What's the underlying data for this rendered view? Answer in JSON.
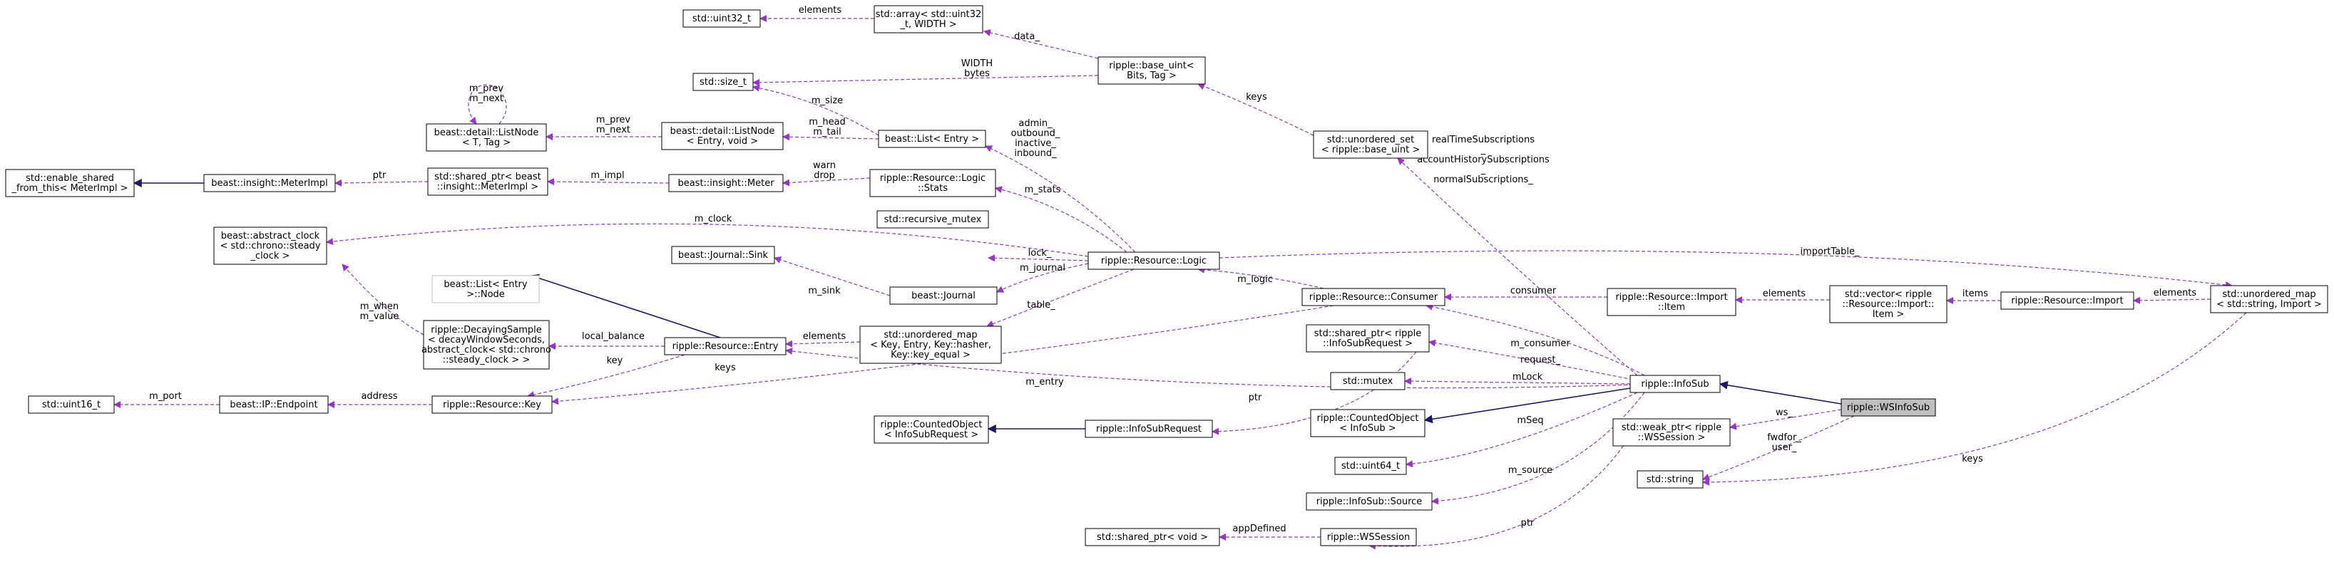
{
  "colors": {
    "node_border": "#000000",
    "node_fill": "#ffffff",
    "highlight_fill": "#bfbfbf",
    "ghost_border": "#bfbfbf",
    "usage_edge": "#9a32cd",
    "inherit_edge": "#191970"
  },
  "nodes": [
    {
      "id": "uint32",
      "lines": [
        "std::uint32_t"
      ]
    },
    {
      "id": "array",
      "lines": [
        "std::array< std::uint32",
        "_t, WIDTH >"
      ]
    },
    {
      "id": "size_t",
      "lines": [
        "std::size_t"
      ]
    },
    {
      "id": "base_uint",
      "lines": [
        "ripple::base_uint<",
        "Bits, Tag >"
      ]
    },
    {
      "id": "listnode_t",
      "lines": [
        "beast::detail::ListNode",
        "< T, Tag >"
      ]
    },
    {
      "id": "listnode_entry",
      "lines": [
        "beast::detail::ListNode",
        "< Entry, void >"
      ]
    },
    {
      "id": "list_entry",
      "lines": [
        "beast::List< Entry >"
      ]
    },
    {
      "id": "uset_base_uint",
      "lines": [
        "std::unordered_set",
        "< ripple::base_uint >"
      ]
    },
    {
      "id": "enable_shared",
      "lines": [
        "std::enable_shared",
        "_from_this< MeterImpl >"
      ]
    },
    {
      "id": "meterimpl",
      "lines": [
        "beast::insight::MeterImpl"
      ]
    },
    {
      "id": "sp_meterimpl",
      "lines": [
        "std::shared_ptr< beast",
        "::insight::MeterImpl >"
      ]
    },
    {
      "id": "meter",
      "lines": [
        "beast::insight::Meter"
      ]
    },
    {
      "id": "logic_stats",
      "lines": [
        "ripple::Resource::Logic",
        "::Stats"
      ]
    },
    {
      "id": "abstract_clock",
      "lines": [
        "beast::abstract_clock",
        "< std::chrono::steady",
        "_clock >"
      ]
    },
    {
      "id": "recursive_mutex",
      "lines": [
        "std::recursive_mutex"
      ]
    },
    {
      "id": "logic",
      "lines": [
        "ripple::Resource::Logic"
      ]
    },
    {
      "id": "umap_import",
      "lines": [
        "std::unordered_map",
        "< std::string, Import >"
      ]
    },
    {
      "id": "journal_sink",
      "lines": [
        "beast::Journal::Sink"
      ]
    },
    {
      "id": "journal",
      "lines": [
        "beast::Journal"
      ]
    },
    {
      "id": "consumer",
      "lines": [
        "ripple::Resource::Consumer"
      ]
    },
    {
      "id": "import_item",
      "lines": [
        "ripple::Resource::Import",
        "::Item"
      ]
    },
    {
      "id": "vector_item",
      "lines": [
        "std::vector< ripple",
        "::Resource::Import::",
        "Item >"
      ]
    },
    {
      "id": "import",
      "lines": [
        "ripple::Resource::Import"
      ]
    },
    {
      "id": "list_entry_node",
      "lines": [
        "beast::List< Entry",
        ">::Node"
      ]
    },
    {
      "id": "decaying",
      "lines": [
        "ripple::DecayingSample",
        "< decayWindowSeconds,",
        "abstract_clock< std::chrono",
        "::steady_clock > >"
      ]
    },
    {
      "id": "entry",
      "lines": [
        "ripple::Resource::Entry"
      ]
    },
    {
      "id": "umap_key",
      "lines": [
        "std::unordered_map",
        "< Key, Entry, Key::hasher,",
        "Key::key_equal >"
      ]
    },
    {
      "id": "sp_infosubreq",
      "lines": [
        "std::shared_ptr< ripple",
        "::InfoSubRequest >"
      ]
    },
    {
      "id": "uint16",
      "lines": [
        "std::uint16_t"
      ]
    },
    {
      "id": "endpoint",
      "lines": [
        "beast::IP::Endpoint"
      ]
    },
    {
      "id": "key",
      "lines": [
        "ripple::Resource::Key"
      ]
    },
    {
      "id": "mutex",
      "lines": [
        "std::mutex"
      ]
    },
    {
      "id": "infosub",
      "lines": [
        "ripple::InfoSub"
      ]
    },
    {
      "id": "wsinfosub",
      "lines": [
        "ripple::WSInfoSub"
      ]
    },
    {
      "id": "counted_infosubreq",
      "lines": [
        "ripple::CountedObject",
        "< InfoSubRequest >"
      ]
    },
    {
      "id": "infosubrequest",
      "lines": [
        "ripple::InfoSubRequest"
      ]
    },
    {
      "id": "counted_infosub",
      "lines": [
        "ripple::CountedObject",
        "< InfoSub >"
      ]
    },
    {
      "id": "wp_wssession",
      "lines": [
        "std::weak_ptr< ripple",
        "::WSSession >"
      ]
    },
    {
      "id": "uint64",
      "lines": [
        "std::uint64_t"
      ]
    },
    {
      "id": "string",
      "lines": [
        "std::string"
      ]
    },
    {
      "id": "infosub_source",
      "lines": [
        "ripple::InfoSub::Source"
      ]
    },
    {
      "id": "sp_void",
      "lines": [
        "std::shared_ptr< void >"
      ]
    },
    {
      "id": "wssession",
      "lines": [
        "ripple::WSSession"
      ]
    }
  ],
  "edges": [
    {
      "id": "e_elements_array",
      "lines": [
        "elements"
      ]
    },
    {
      "id": "e_data",
      "lines": [
        "data_"
      ]
    },
    {
      "id": "e_width_bytes",
      "lines": [
        "WIDTH",
        "bytes"
      ]
    },
    {
      "id": "e_keys_uset",
      "lines": [
        "keys"
      ]
    },
    {
      "id": "e_mprev_self",
      "lines": [
        "m_prev",
        "m_next"
      ]
    },
    {
      "id": "e_mprev_node",
      "lines": [
        "m_prev",
        "m_next"
      ]
    },
    {
      "id": "e_msize",
      "lines": [
        "m_size"
      ]
    },
    {
      "id": "e_mhead",
      "lines": [
        "m_head",
        "m_tail"
      ]
    },
    {
      "id": "e_admin",
      "lines": [
        "admin_",
        "outbound_",
        "inactive_",
        "inbound_"
      ]
    },
    {
      "id": "e_subscriptions",
      "lines": [
        "realTimeSubscriptions",
        "_",
        "accountHistorySubscriptions",
        "_",
        "normalSubscriptions_"
      ]
    },
    {
      "id": "e_ptr_meter",
      "lines": [
        "ptr"
      ]
    },
    {
      "id": "e_mimpl",
      "lines": [
        "m_impl"
      ]
    },
    {
      "id": "e_warn",
      "lines": [
        "warn",
        "drop"
      ]
    },
    {
      "id": "e_mstats",
      "lines": [
        "m_stats"
      ]
    },
    {
      "id": "e_mclock",
      "lines": [
        "m_clock"
      ]
    },
    {
      "id": "e_lock",
      "lines": [
        "lock_"
      ]
    },
    {
      "id": "e_mjournal",
      "lines": [
        "m_journal"
      ]
    },
    {
      "id": "e_importtable",
      "lines": [
        "importTable_"
      ]
    },
    {
      "id": "e_msink",
      "lines": [
        "m_sink"
      ]
    },
    {
      "id": "e_table",
      "lines": [
        "table_"
      ]
    },
    {
      "id": "e_mlogic",
      "lines": [
        "m_logic"
      ]
    },
    {
      "id": "e_consumer",
      "lines": [
        "consumer"
      ]
    },
    {
      "id": "e_elements_vec",
      "lines": [
        "elements"
      ]
    },
    {
      "id": "e_items",
      "lines": [
        "items"
      ]
    },
    {
      "id": "e_elements_umap",
      "lines": [
        "elements"
      ]
    },
    {
      "id": "e_mwhen",
      "lines": [
        "m_when",
        "m_value"
      ]
    },
    {
      "id": "e_local_balance",
      "lines": [
        "local_balance"
      ]
    },
    {
      "id": "e_elements_key",
      "lines": [
        "elements"
      ]
    },
    {
      "id": "e_mconsumer",
      "lines": [
        "m_consumer"
      ]
    },
    {
      "id": "e_mentry",
      "lines": [
        "m_entry"
      ]
    },
    {
      "id": "e_request",
      "lines": [
        "request_"
      ]
    },
    {
      "id": "e_keys_key",
      "lines": [
        "keys"
      ]
    },
    {
      "id": "e_key",
      "lines": [
        "key"
      ]
    },
    {
      "id": "e_mport",
      "lines": [
        "m_port"
      ]
    },
    {
      "id": "e_address",
      "lines": [
        "address"
      ]
    },
    {
      "id": "e_mlock",
      "lines": [
        "mLock"
      ]
    },
    {
      "id": "e_ws",
      "lines": [
        "ws_"
      ]
    },
    {
      "id": "e_ptr_req",
      "lines": [
        "ptr"
      ]
    },
    {
      "id": "e_mseq",
      "lines": [
        "mSeq"
      ]
    },
    {
      "id": "e_fwdfor",
      "lines": [
        "fwdfor_",
        "user_"
      ]
    },
    {
      "id": "e_keys_string",
      "lines": [
        "keys"
      ]
    },
    {
      "id": "e_msource",
      "lines": [
        "m_source"
      ]
    },
    {
      "id": "e_appdefined",
      "lines": [
        "appDefined"
      ]
    },
    {
      "id": "e_ptr_session",
      "lines": [
        "ptr"
      ]
    }
  ]
}
